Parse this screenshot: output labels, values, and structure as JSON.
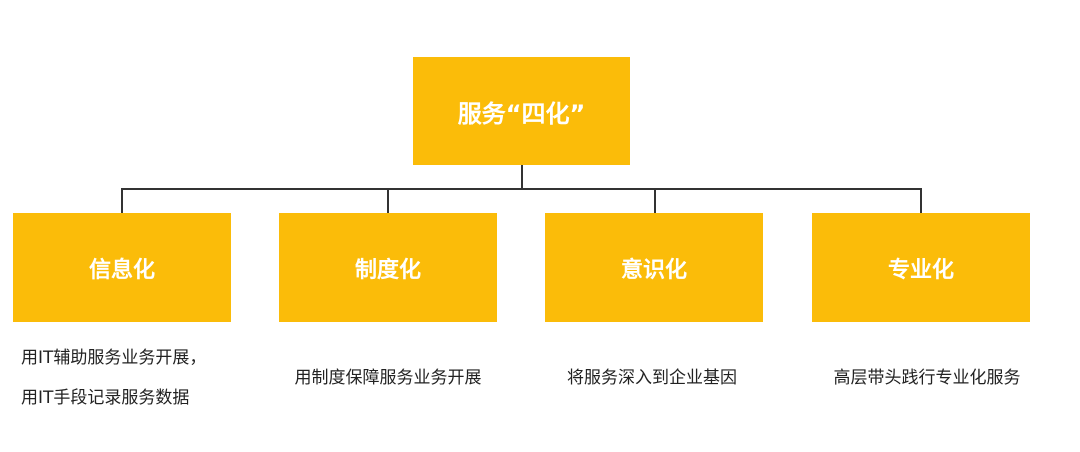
{
  "colors": {
    "box": "#FBBC09",
    "box_text": "#FFFFFF",
    "line": "#333333"
  },
  "root": {
    "label": "服务“四化”"
  },
  "children": [
    {
      "label": "信息化",
      "desc": [
        "用IT辅助服务业务开展，",
        "用IT手段记录服务数据"
      ]
    },
    {
      "label": "制度化",
      "desc": [
        "用制度保障服务业务开展"
      ]
    },
    {
      "label": "意识化",
      "desc": [
        "将服务深入到企业基因"
      ]
    },
    {
      "label": "专业化",
      "desc": [
        "高层带头践行专业化服务"
      ]
    }
  ]
}
